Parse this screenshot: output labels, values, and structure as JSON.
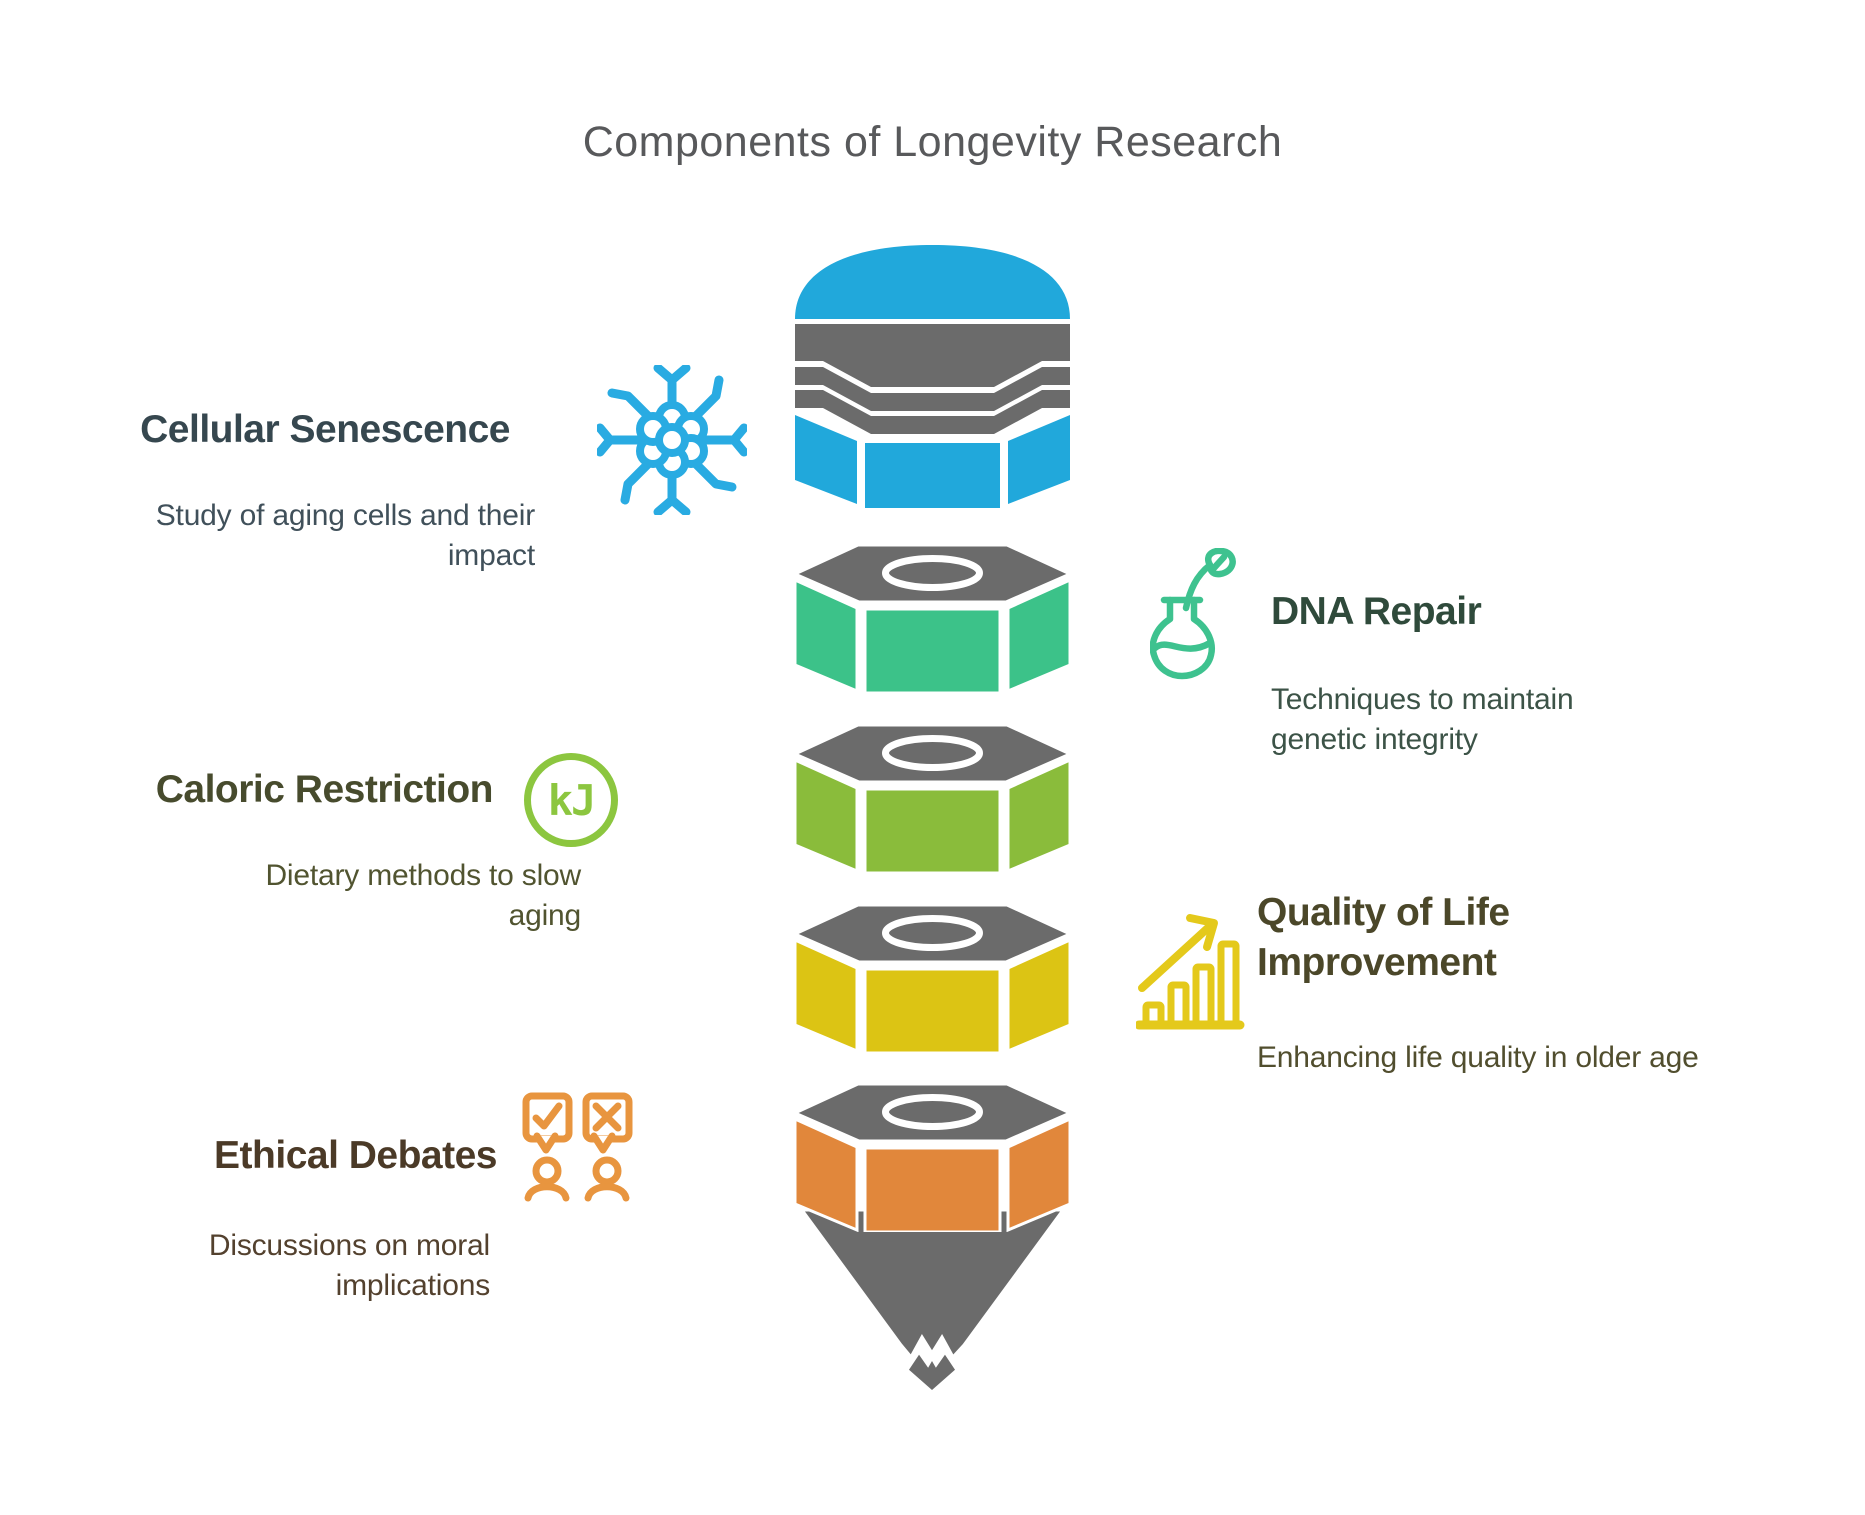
{
  "title": "Components of Longevity Research",
  "sections": [
    {
      "id": "cellular-senescence",
      "title": "Cellular Senescence",
      "description": "Study of aging cells and their impact",
      "icon": "cell-cluster-icon",
      "side": "left",
      "segment_color": "#21A8DB"
    },
    {
      "id": "dna-repair",
      "title": "DNA Repair",
      "description": "Techniques to maintain genetic integrity",
      "icon": "flask-leaf-icon",
      "side": "right",
      "segment_color": "#3CC289"
    },
    {
      "id": "caloric-restriction",
      "title": "Caloric Restriction",
      "description": "Dietary methods to slow aging",
      "icon": "kilojoule-icon",
      "icon_text": "kJ",
      "side": "left",
      "segment_color": "#8ABC3B"
    },
    {
      "id": "quality-of-life-improvement",
      "title": "Quality of Life Improvement",
      "description": "Enhancing life quality in older age",
      "icon": "growth-chart-icon",
      "side": "right",
      "segment_color": "#DCC414"
    },
    {
      "id": "ethical-debates",
      "title": "Ethical Debates",
      "description": "Discussions on moral implications",
      "icon": "debate-people-icon",
      "side": "left",
      "segment_color": "#E1873B"
    }
  ],
  "colors": {
    "title_color": "#58595B",
    "pencil_gray": "#6B6B6B",
    "segment_blue": "#21A8DB",
    "segment_green": "#3CC289",
    "segment_lightgreen": "#8ABC3B",
    "segment_yellow": "#DCC414",
    "segment_orange": "#E1873B",
    "icon_blue": "#29ABE2",
    "icon_green": "#3EC28F",
    "icon_kj": "#8CC63F",
    "icon_yellow": "#E4C91B",
    "icon_orange": "#E8953F",
    "heading_cellular": "#36474F",
    "desc_cellular": "#40505A",
    "heading_dna": "#2F4A3B",
    "desc_dna": "#3C5347",
    "heading_caloric": "#474B2D",
    "desc_caloric": "#515430",
    "heading_quality": "#4B4729",
    "desc_quality": "#514E2E",
    "heading_ethical": "#4B3A27",
    "desc_ethical": "#53412E"
  }
}
